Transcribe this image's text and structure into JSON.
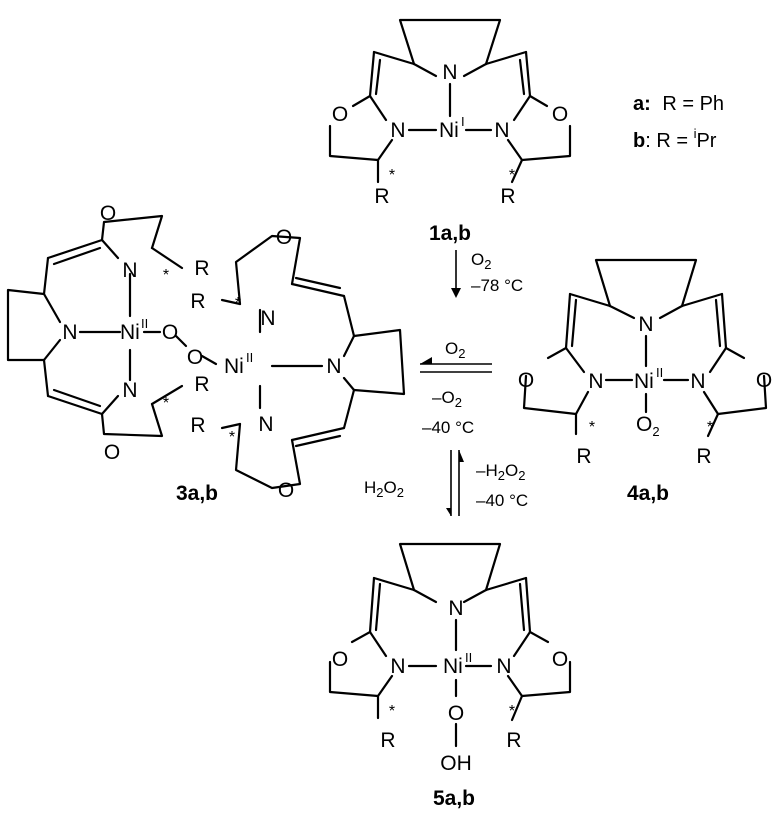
{
  "atoms": {
    "nitrogen": "N",
    "oxygen": "O",
    "nickel": "Ni",
    "r_group": "R",
    "stereo_mark": "*",
    "hydroxy": "OH",
    "dioxygen_O": "O",
    "dioxygen_sub": "2"
  },
  "oxidation_states": {
    "ni_1": "I",
    "ni_2": "II"
  },
  "compounds": {
    "c1": "1a,b",
    "c3": "3a,b",
    "c4": "4a,b",
    "c5": "5a,b"
  },
  "legend": {
    "a_key": "a:",
    "a_text": "R = Ph",
    "b_key": "b",
    "b_text_pre": ": R = ",
    "b_sup": "i",
    "b_text_post": "Pr"
  },
  "conditions": {
    "step1_reagent": "O",
    "step1_reagent_sub": "2",
    "step1_temp": "–78 °C",
    "eq_forward": "O",
    "eq_forward_sub": "2",
    "eq_reverse": "–O",
    "eq_reverse_sub": "2",
    "eq_temp": "–40 °C",
    "h2o2_forward_a": "H",
    "h2o2_forward_b": "2",
    "h2o2_forward_c": "O",
    "h2o2_forward_d": "2",
    "h2o2_reverse_a": "–H",
    "h2o2_reverse_b": "2",
    "h2o2_reverse_c": "O",
    "h2o2_reverse_d": "2",
    "h2o2_temp": "–40 °C"
  }
}
